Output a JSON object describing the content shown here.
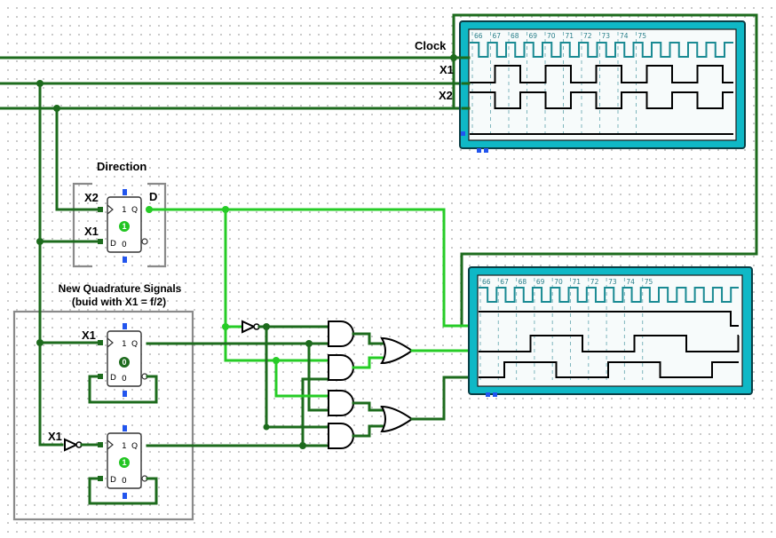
{
  "labels": {
    "clock": "Clock",
    "x1": "X1",
    "x2": "X2",
    "direction_title": "Direction",
    "ff_input_x2": "X2",
    "ff_input_x1": "X1",
    "ff_output_d": "D",
    "quad_title_line1": "New Quadrature Signals",
    "quad_title_line2": "(buid with X1 = f/2)",
    "quad_ff1_input": "X1",
    "quad_ff2_input": "X1"
  },
  "flipflop": {
    "pin_set": "1",
    "pin_reset": "0",
    "pin_q": "Q",
    "pin_d": "D",
    "state_direction": "1",
    "state_quad1": "0",
    "state_quad2": "1"
  },
  "chronogram_top": {
    "ticks": [
      "66",
      "67",
      "68",
      "69",
      "70",
      "71",
      "72",
      "73",
      "74",
      "75"
    ]
  },
  "chronogram_bottom": {
    "ticks": [
      "66",
      "67",
      "68",
      "69",
      "70",
      "71",
      "72",
      "73",
      "74",
      "75"
    ]
  },
  "colors": {
    "wire_low": "#1d6b1d",
    "wire_high": "#26cc26",
    "chronogram_frame": "#0fb8c6",
    "pin_blue": "#2255ee"
  }
}
